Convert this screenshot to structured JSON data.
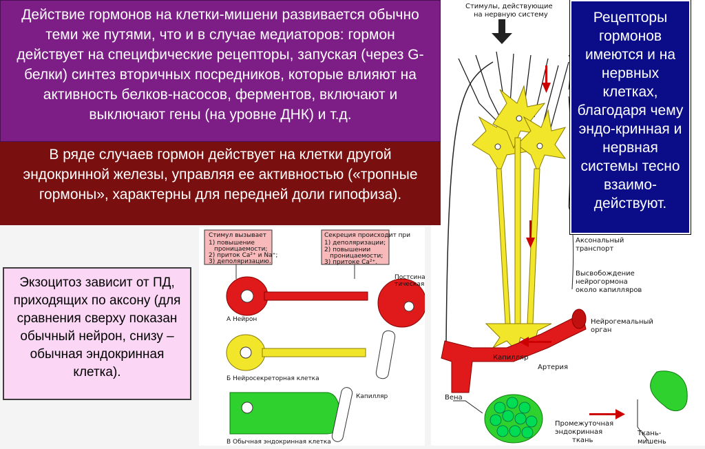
{
  "top_text": "Действие гормонов на клетки-мишени  развивается обычно теми же путями, что и в случае медиаторов: гормон действует на специфические рецепторы, запуская (через G-белки) синтез вторичных посредников, которые влияют на активность белков-насосов, ферментов, включают и выключают гены (на уровне ДНК) и т.д.",
  "middle_text": "В ряде случаев гормон действует на клетки другой эндокринной железы, управляя ее активностью («тропные гормоны», характерны для передней доли гипофиза).",
  "right_text": "Рецепторы гормонов имеются и на нервных клетках, благодаря чему эндо-кринная и нервная системы тесно взаимо-действуют.",
  "left_text": "Экзоцитоз зависит от ПД, приходящих по аксону (для сравнения сверху показан обычный нейрон, снизу – обычная эндокринная клетка).",
  "right_figure": {
    "stimuli": "Стимулы, действующие на нервную систему",
    "axonal": "Аксональный транспорт",
    "release": "Высвобождение нейрогормона около капилляров",
    "neurohemal": "Нейрогемальный орган",
    "capillary": "Капилляр",
    "artery": "Артерия",
    "vein": "Вена",
    "tissue": "Промежуточная эндокринная ткань",
    "target": "Ткань-мишень"
  },
  "left_figure": {
    "box1": [
      "Стимул вызывает",
      "1) повышение проницаемости;",
      "2) приток Ca²⁺ и Na⁺;",
      "3) деполяризацию."
    ],
    "box2": [
      "Секреция происходит при",
      "1) деполяризации;",
      "2) повышении проницаемости;",
      "3) притоке Ca²⁺."
    ],
    "target_cell": "Постсинаптическая клетка",
    "neuron": "А  Нейрон",
    "neurosecretory": "Б  Нейросекреторная клетка",
    "capillary": "Капилляр",
    "endocrine": "В  Обычная эндокринная клетка"
  },
  "colors": {
    "purple": "#7c1e86",
    "dark_red": "#7a0f10",
    "navy": "#0a0d87",
    "pink": "#fbd7f5",
    "neuron_yellow": "#f2e62b",
    "vessel_red": "#e01a1a",
    "cell_green": "#2fd12f"
  }
}
